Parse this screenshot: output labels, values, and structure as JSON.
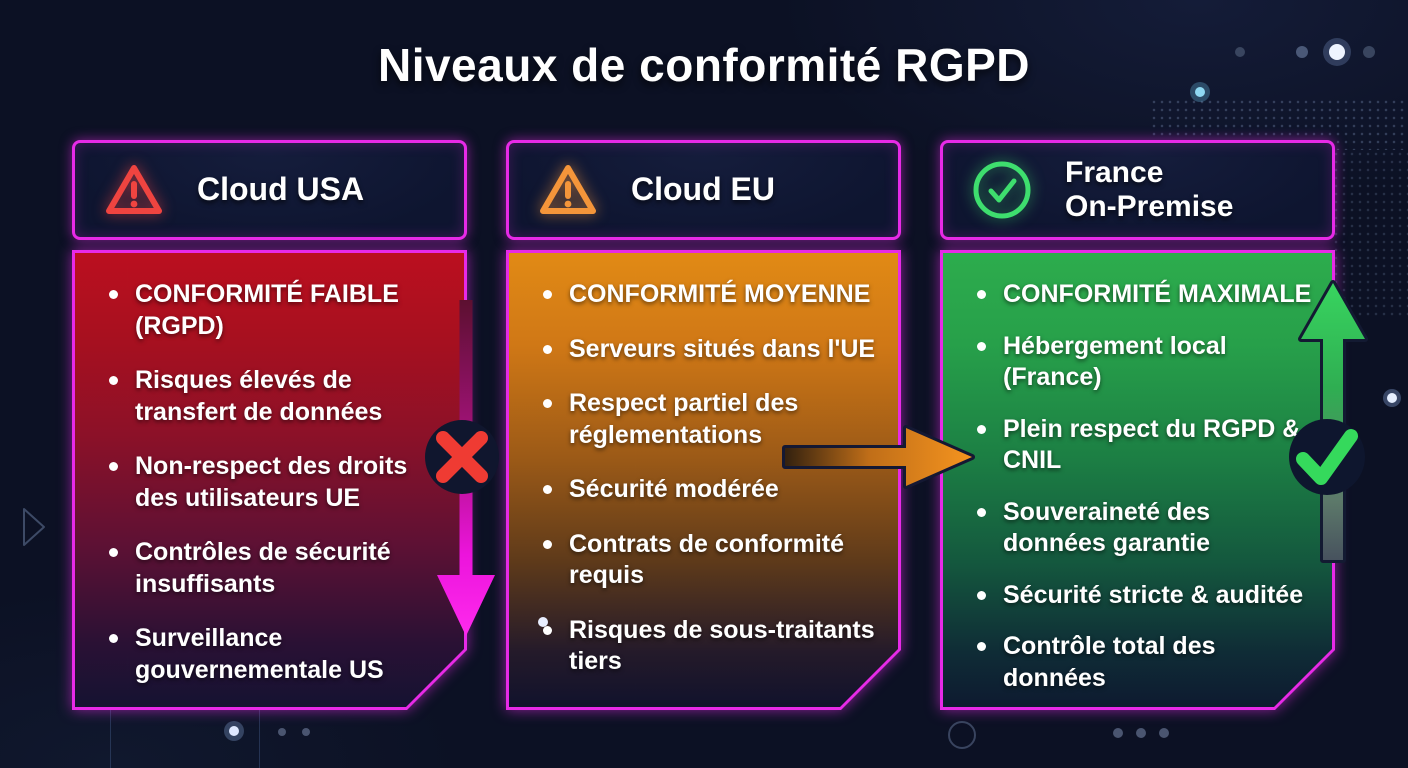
{
  "title": "Niveaux de conformité RGPD",
  "columns": [
    {
      "id": "cloud-usa",
      "header_lines": [
        "Cloud USA"
      ],
      "header_icon": "warning-triangle-icon",
      "accent": "#bb0f1f",
      "flow_icons": [
        "cross-circle-icon",
        "down-arrow-icon"
      ],
      "bullets": [
        "CONFORMITÉ FAIBLE (RGPD)",
        "Risques élevés de transfert de données",
        "Non-respect des droits des utilisateurs UE",
        "Contrôles de sécurité insuffisants",
        "Surveillance gouvernementale US"
      ]
    },
    {
      "id": "cloud-eu",
      "header_lines": [
        "Cloud EU"
      ],
      "header_icon": "warning-triangle-icon",
      "accent": "#e18a15",
      "flow_icons": [
        "right-arrow-icon"
      ],
      "bullets": [
        "CONFORMITÉ MOYENNE",
        "Serveurs situés dans l'UE",
        "Respect partiel des réglementations",
        "Sécurité modérée",
        "Contrats de conformité requis",
        "Risques de sous-traitants tiers"
      ]
    },
    {
      "id": "france-on-premise",
      "header_lines": [
        "France",
        "On-Premise"
      ],
      "header_icon": "check-circle-icon",
      "accent": "#2dac4d",
      "flow_icons": [
        "up-arrow-icon",
        "check-circle-icon"
      ],
      "bullets": [
        "CONFORMITÉ MAXIMALE",
        "Hébergement local (France)",
        "Plein respect du RGPD & CNIL",
        "Souveraineté des données garantie",
        "Sécurité stricte & auditée",
        "Contrôle total des données"
      ]
    }
  ],
  "colors": {
    "background": "#0c1124",
    "border_magenta": "#e72ae7",
    "usa_red": "#bb0f1f",
    "eu_orange": "#e18a15",
    "france_green": "#2dac4d",
    "warning_red": "#ef4440",
    "warning_orange": "#f4953a",
    "check_green": "#3ede6e",
    "arrow_magenta": "#f01fe0",
    "arrow_orange": "#f5941f",
    "arrow_green": "#38d45f",
    "cross_red": "#ef3b33",
    "text": "#ffffff"
  }
}
